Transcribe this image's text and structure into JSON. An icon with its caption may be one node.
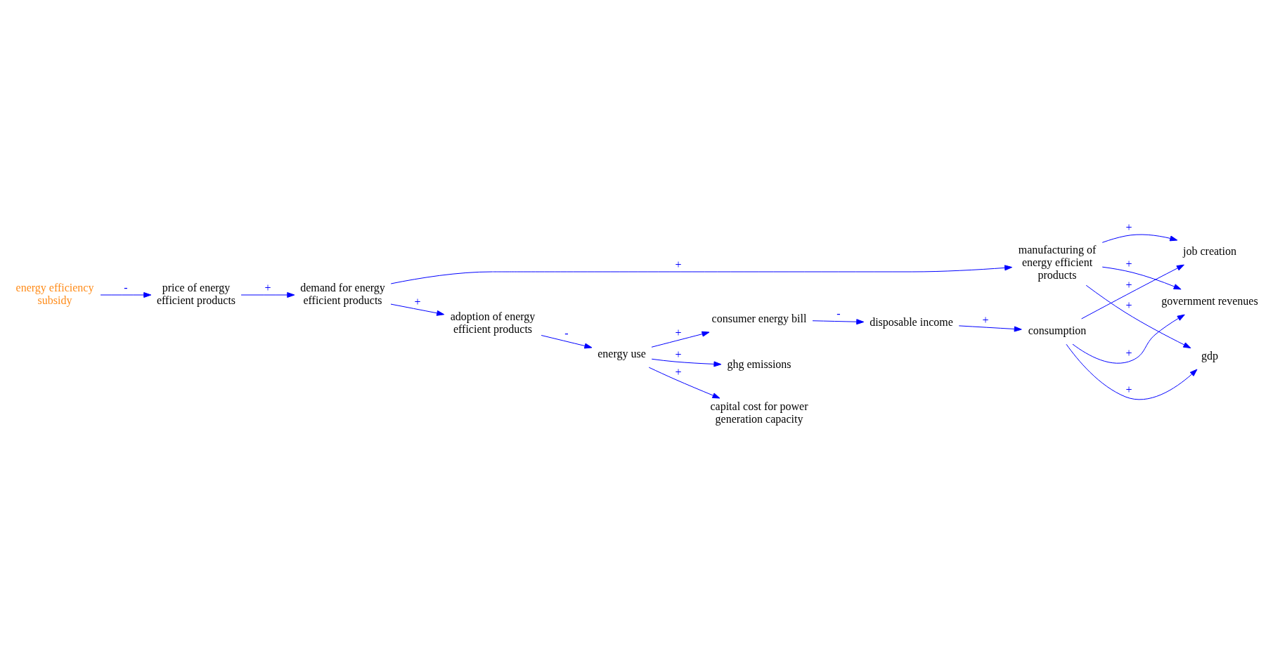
{
  "diagram": {
    "nodes": [
      {
        "text": [
          "energy efficiency subsidy"
        ]
      },
      {
        "text": [
          "price of energy efficient products"
        ]
      },
      {
        "text": [
          "demand for energy efficient products"
        ]
      },
      {
        "text": [
          "manufacturing of energy efficient products"
        ]
      },
      {
        "text": [
          "adoption of energy efficient products"
        ]
      },
      {
        "text": [
          "energy use"
        ]
      },
      {
        "text": [
          "consumer energy bill"
        ]
      },
      {
        "text": [
          "ghg emissions"
        ]
      },
      {
        "text": [
          "capital cost for power generation capacity"
        ]
      },
      {
        "text": [
          "disposable income"
        ]
      },
      {
        "text": [
          "consumption"
        ]
      },
      {
        "text": [
          "government revenues"
        ]
      },
      {
        "text": [
          "job creation"
        ]
      },
      {
        "text": [
          "gdp"
        ]
      }
    ],
    "edges": [
      {
        "from": 0,
        "to": 1,
        "arrow": "to",
        "label": "-"
      },
      {
        "from": 1,
        "to": 2,
        "arrow": "to",
        "label": "+"
      },
      {
        "from": 2,
        "to": 3,
        "arrow": "to",
        "label": "+"
      },
      {
        "from": 2,
        "to": 4,
        "arrow": "to",
        "label": "+"
      },
      {
        "from": 4,
        "to": 5,
        "arrow": "to",
        "label": "-"
      },
      {
        "from": 5,
        "to": 6,
        "arrow": "to",
        "label": "+"
      },
      {
        "from": 5,
        "to": 7,
        "arrow": "to",
        "label": "+"
      },
      {
        "from": 5,
        "to": 8,
        "arrow": "to",
        "label": "+"
      },
      {
        "from": 6,
        "to": 9,
        "arrow": "to",
        "label": "-"
      },
      {
        "from": 9,
        "to": 10,
        "arrow": "to",
        "label": "+"
      },
      {
        "from": 3,
        "to": 11,
        "arrow": "to",
        "label": "+"
      },
      {
        "from": 3,
        "to": 12,
        "arrow": "to",
        "label": "+"
      },
      {
        "from": 3,
        "to": 13,
        "arrow": "to",
        "label": "+"
      },
      {
        "from": 10,
        "to": 11,
        "arrow": "to",
        "label": "+"
      },
      {
        "from": 10,
        "to": 12,
        "arrow": "to",
        "label": "+"
      },
      {
        "from": 10,
        "to": 13,
        "arrow": "to",
        "label": "+"
      }
    ]
  }
}
